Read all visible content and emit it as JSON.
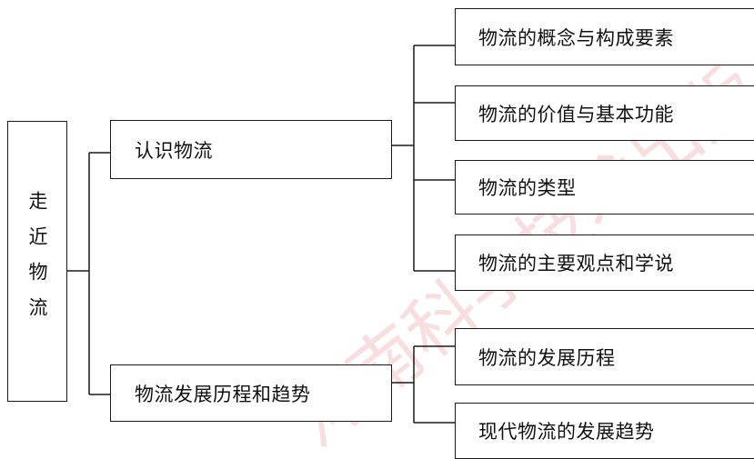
{
  "diagram": {
    "root": "走近物流",
    "branches": [
      {
        "label": "认识物流",
        "children": [
          "物流的概念与构成要素",
          "物流的价值与基本功能",
          "物流的类型",
          "物流的主要观点和学说"
        ]
      },
      {
        "label": "物流发展历程和趋势",
        "children": [
          "物流的发展历程",
          "现代物流的发展趋势"
        ]
      }
    ]
  },
  "watermark": {
    "text": "河南科学技术出版社",
    "color": "#e06b6b"
  },
  "colors": {
    "line": "#1a1a1a",
    "background": "#ffffff"
  }
}
